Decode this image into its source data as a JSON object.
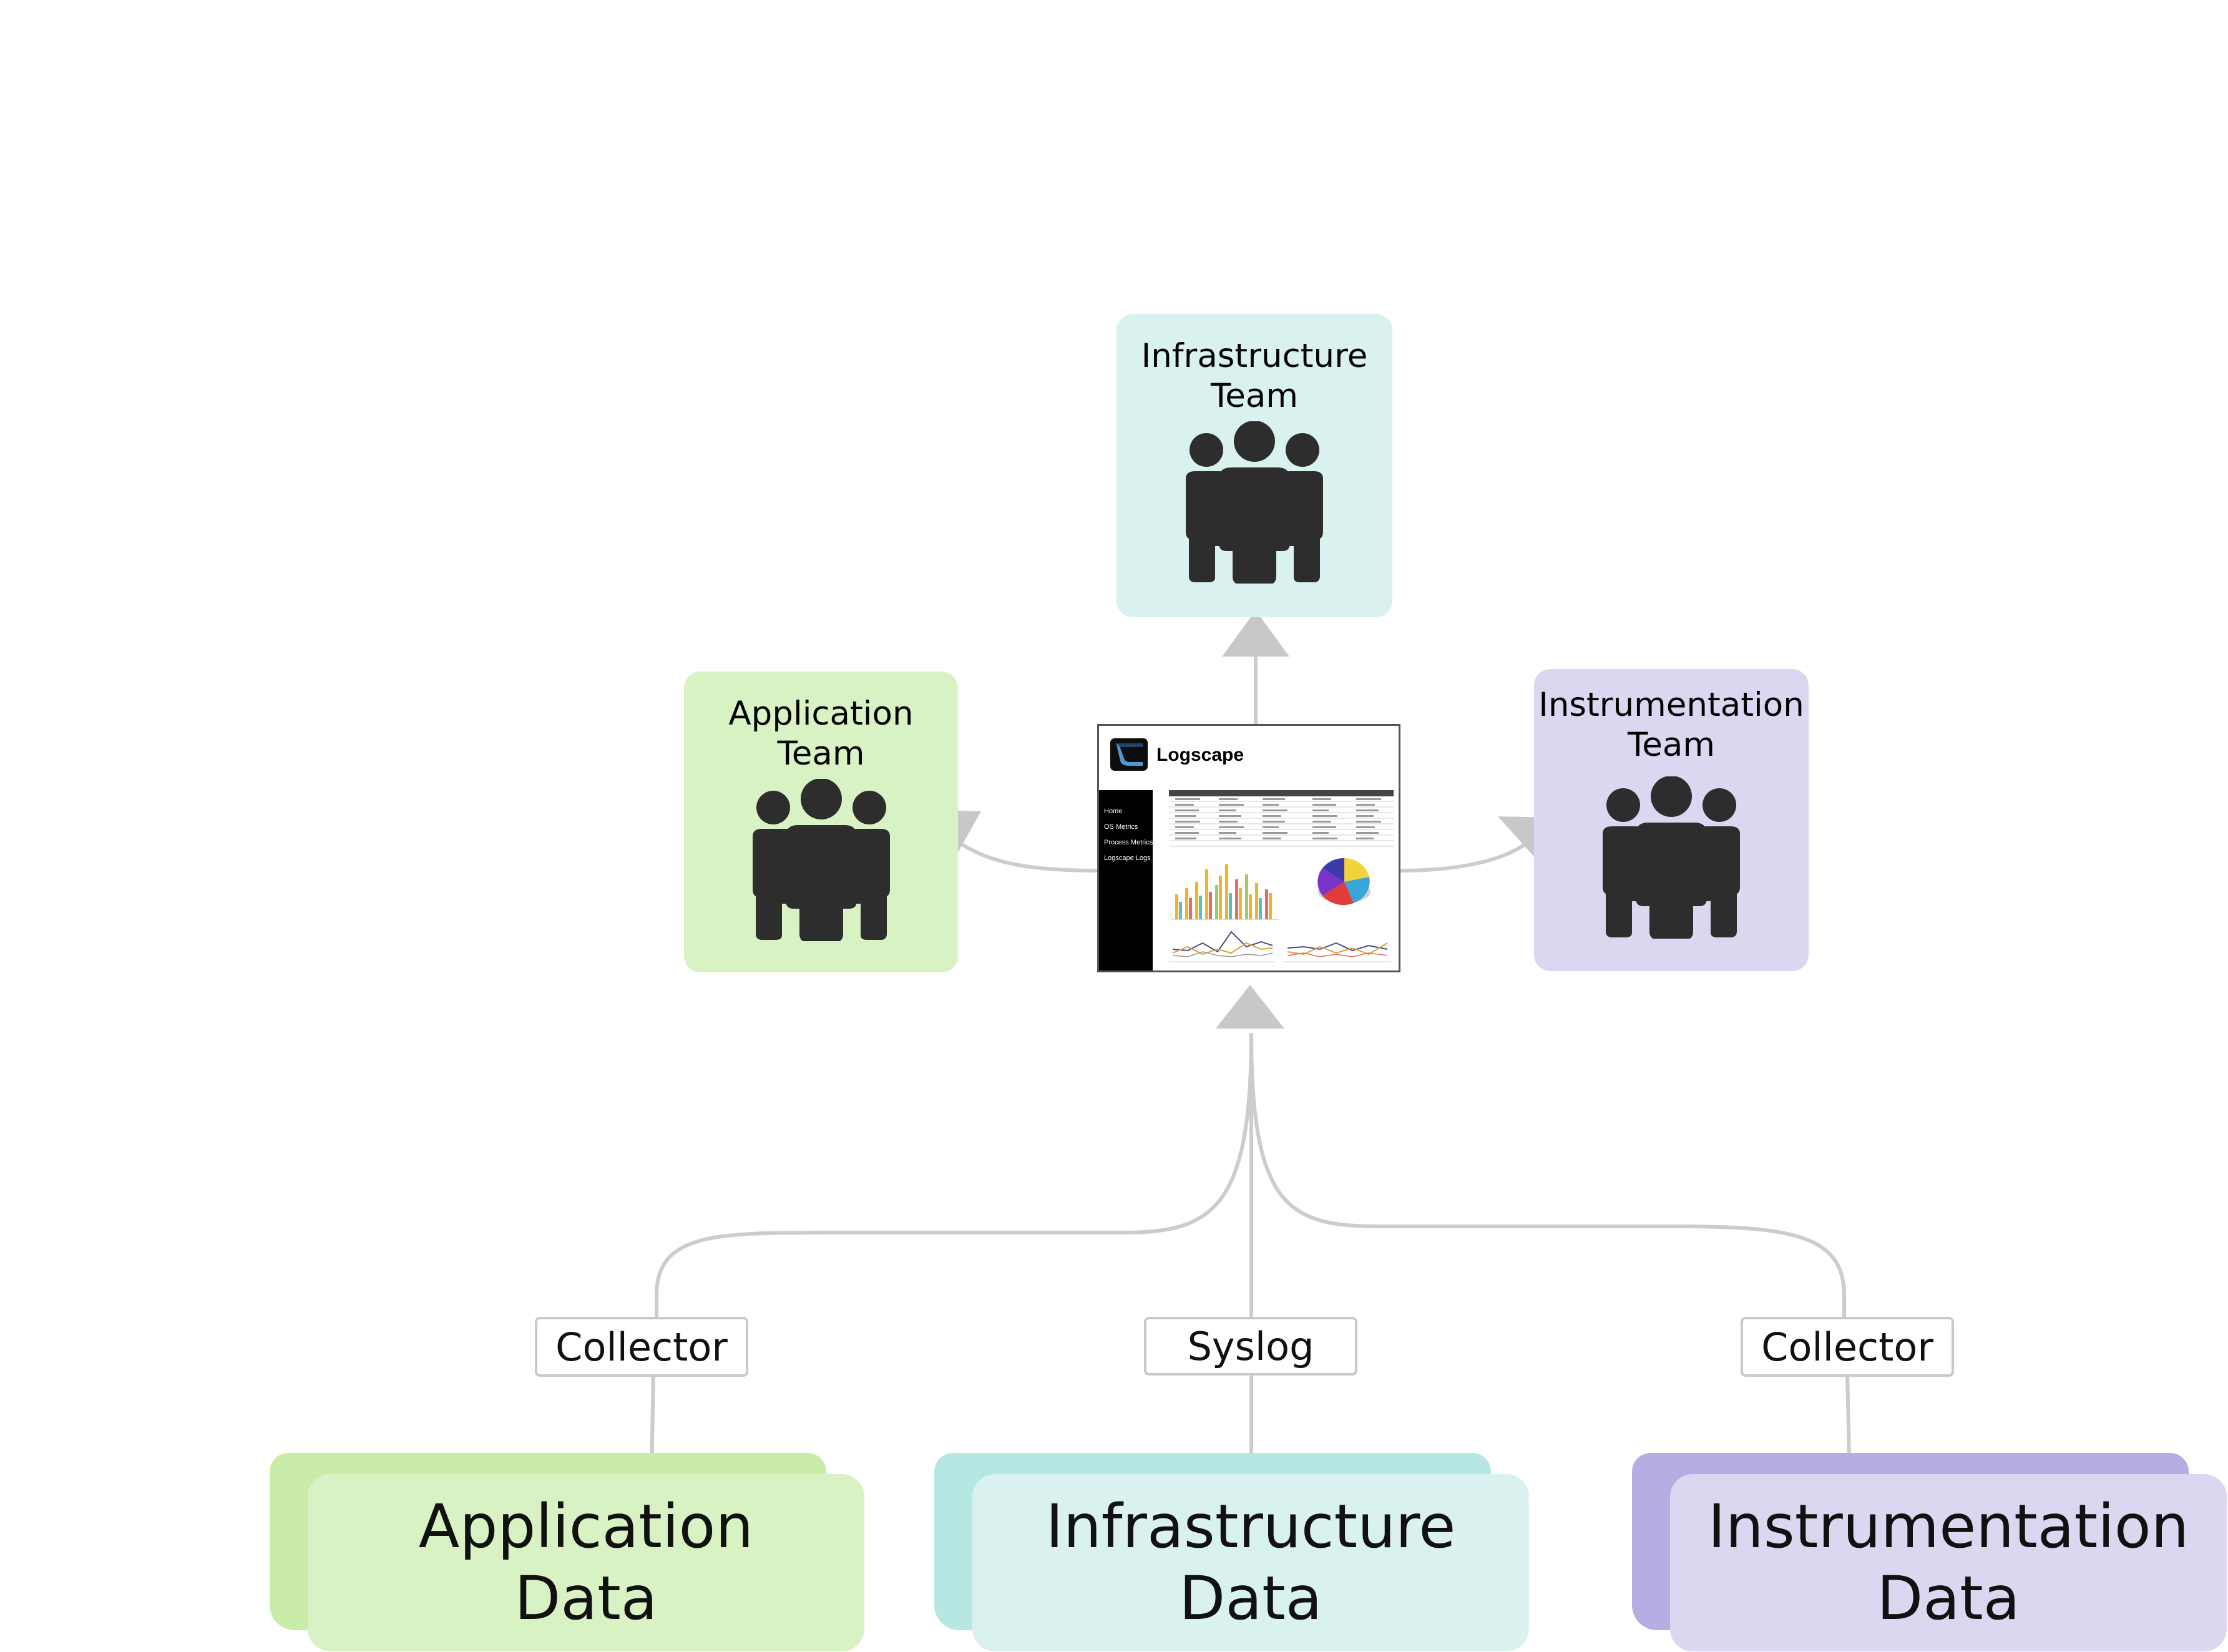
{
  "diagram": {
    "center": {
      "brand": "Logscape",
      "nav_items": [
        "Home",
        "OS Metrics",
        "Process Metrics",
        "Logscape Logs"
      ]
    },
    "teams": [
      {
        "id": "infrastructure",
        "title": "Infrastructure Team",
        "line1": "Infrastructure",
        "line2": "Team",
        "color": "#daf2ef"
      },
      {
        "id": "application",
        "title": "Application Team",
        "line1": "Application",
        "line2": "Team",
        "color": "#d9f2c4"
      },
      {
        "id": "instrumentation",
        "title": "Instrumentation Team",
        "line1": "Instrumentation",
        "line2": "Team",
        "color": "#dcd6f1"
      }
    ],
    "connectors": [
      {
        "id": "application",
        "label": "Collector"
      },
      {
        "id": "infrastructure",
        "label": "Syslog"
      },
      {
        "id": "instrumentation",
        "label": "Collector"
      }
    ],
    "sources": [
      {
        "id": "application",
        "line1": "Application",
        "line2": "Data",
        "front_color": "#d9f2c4",
        "back_color": "#c9eda9"
      },
      {
        "id": "infrastructure",
        "line1": "Infrastructure",
        "line2": "Data",
        "front_color": "#daf2ef",
        "back_color": "#b7e7e2"
      },
      {
        "id": "instrumentation",
        "line1": "Instrumentation",
        "line2": "Data",
        "front_color": "#dcd6f1",
        "back_color": "#b8ade2"
      }
    ],
    "colors": {
      "connector_line": "#cccccc",
      "arrow_head": "#c8c8c8",
      "icon": "#2d2d2d"
    },
    "icons": {
      "team": "users-group-icon",
      "logo": "logscape-logo-icon"
    }
  }
}
